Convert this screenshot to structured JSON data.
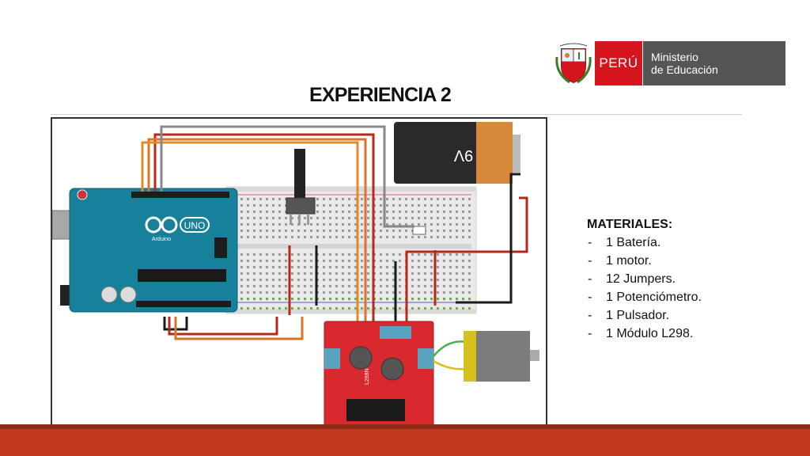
{
  "header": {
    "shield_caption": "REPÚBLICA DEL PERÚ",
    "country": "PERÚ",
    "ministry_line1": "Ministerio",
    "ministry_line2": "de Educación"
  },
  "slide": {
    "title": "EXPERIENCIA 2"
  },
  "diagram": {
    "board_label": "UNO",
    "board_brand": "Arduino",
    "battery_label": "9V",
    "driver_label": "L298N"
  },
  "materials": {
    "heading": "MATERIALES:",
    "items": [
      "1 Batería.",
      "1 motor.",
      "12 Jumpers.",
      "1 Potenciómetro.",
      "1 Pulsador.",
      "1 Módulo L298."
    ]
  },
  "colors": {
    "peru_red": "#d6141e",
    "ministry_gray": "#555555",
    "footer": "#c0391e",
    "arduino_teal": "#17809a",
    "driver_red": "#d9282e"
  }
}
